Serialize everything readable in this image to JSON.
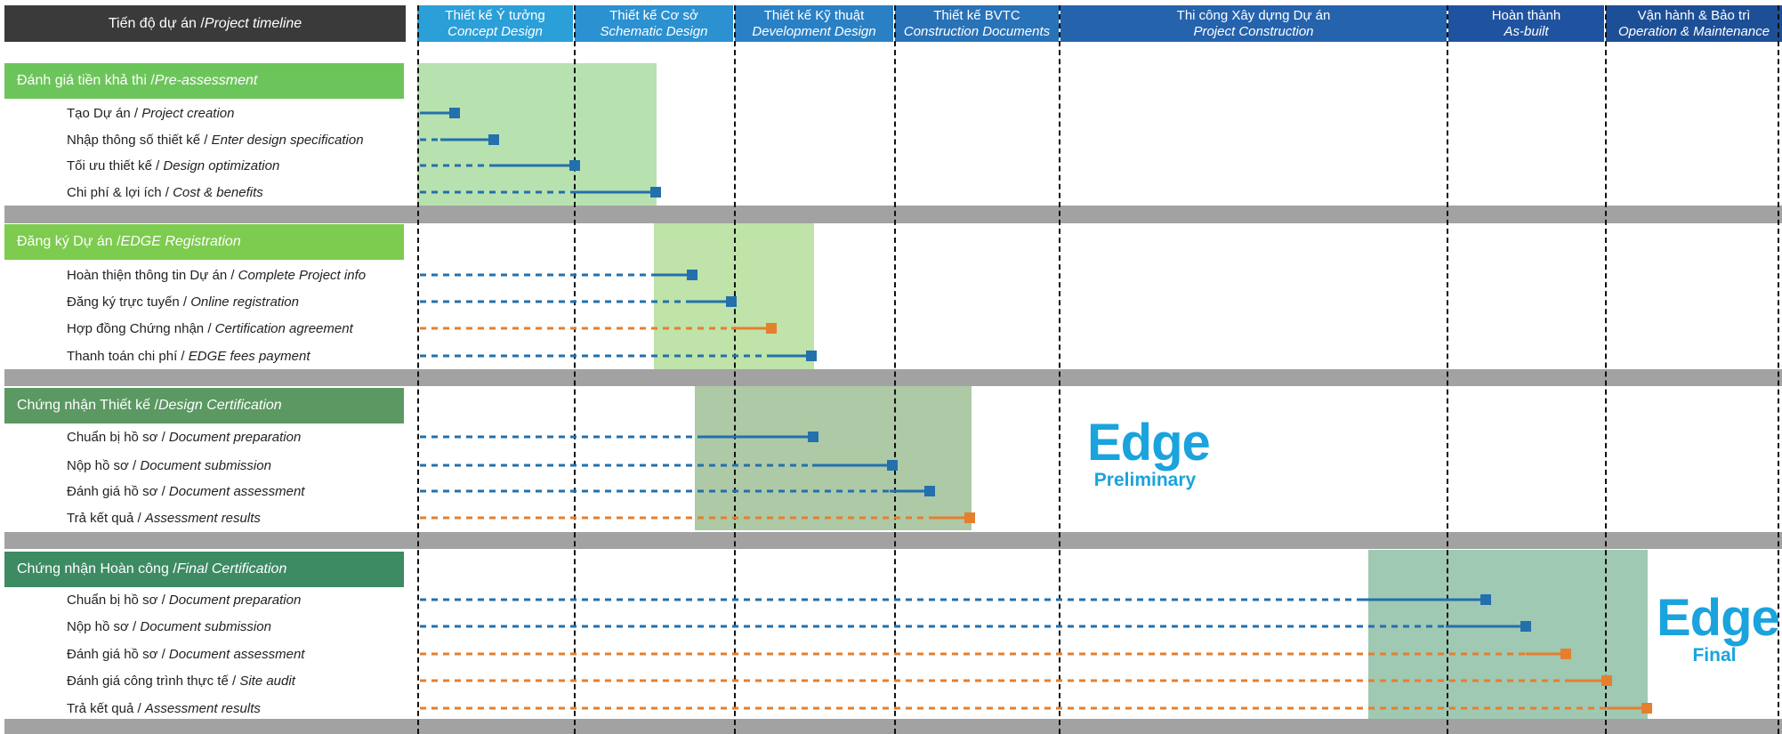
{
  "header_title": {
    "vi": "Tiến độ dự án / ",
    "en": "Project timeline"
  },
  "phases": [
    {
      "vi": "Thiết kế Ý tưởng",
      "en": "Concept Design",
      "color": "#2b9fd8"
    },
    {
      "vi": "Thiết kế Cơ sở",
      "en": "Schematic Design",
      "color": "#2b91d0"
    },
    {
      "vi": "Thiết kế Kỹ thuật",
      "en": "Development Design",
      "color": "#2a80c4"
    },
    {
      "vi": "Thiết kế BVTC",
      "en": "Construction Documents",
      "color": "#2872b8"
    },
    {
      "vi": "Thi công Xây dựng Dự án",
      "en": "Project Construction",
      "color": "#2563ad"
    },
    {
      "vi": "Hoàn thành",
      "en": "As-built",
      "color": "#1f539f"
    },
    {
      "vi": "Vận hành & Bảo trì",
      "en": "Operation & Maintenance",
      "color": "#1d4f96"
    }
  ],
  "sections": [
    {
      "vi": "Đánh giá tiền khả thi / ",
      "en": "Pre-assessment",
      "color": "#6cc55b",
      "shade": "#b8e1b0",
      "tasks": [
        {
          "vi": "Tạo Dự án / ",
          "en": "Project creation",
          "color": "#2370ad",
          "end": 1
        },
        {
          "vi": "Nhập thông số thiết kế / ",
          "en": "Enter design specification",
          "color": "#2370ad",
          "end": 2
        },
        {
          "vi": "Tối ưu thiết kế / ",
          "en": "Design optimization",
          "color": "#2370ad",
          "end": 3
        },
        {
          "vi": "Chi phí & lợi ích / ",
          "en": "Cost & benefits",
          "color": "#2370ad",
          "end": 4
        }
      ]
    },
    {
      "vi": "Đăng ký Dự án / ",
      "en": "EDGE Registration",
      "color": "#7dcb4f",
      "shade": "#bfe3a8",
      "tasks": [
        {
          "vi": "Hoàn thiện thông tin Dự án / ",
          "en": "Complete Project info",
          "color": "#2370ad",
          "end": 5
        },
        {
          "vi": "Đăng ký trực tuyến / ",
          "en": "Online registration",
          "color": "#2370ad",
          "end": 6
        },
        {
          "vi": "Hợp đồng Chứng nhận / ",
          "en": "Certification agreement",
          "color": "#e57f2e",
          "end": 7
        },
        {
          "vi": "Thanh toán chi phí / ",
          "en": "EDGE fees payment",
          "color": "#2370ad",
          "end": 8
        }
      ]
    },
    {
      "vi": "Chứng nhận Thiết kế / ",
      "en": "Design Certification",
      "color": "#5b9862",
      "shade": "#adc9a6",
      "tasks": [
        {
          "vi": "Chuẩn bị hồ sơ / ",
          "en": "Document preparation",
          "color": "#2370ad",
          "end": 9
        },
        {
          "vi": "Nộp hồ sơ / ",
          "en": "Document submission",
          "color": "#2370ad",
          "end": 10
        },
        {
          "vi": "Đánh giá hồ sơ / ",
          "en": "Document assessment",
          "color": "#2370ad",
          "end": 11
        },
        {
          "vi": "Trả kết quả / ",
          "en": "Assessment results",
          "color": "#e57f2e",
          "end": 12
        }
      ]
    },
    {
      "vi": "Chứng nhận Hoàn công / ",
      "en": "Final Certification",
      "color": "#3d8b63",
      "shade": "#9fc9b3",
      "tasks": [
        {
          "vi": "Chuẩn bị hồ sơ / ",
          "en": "Document preparation",
          "color": "#2370ad",
          "end": 13
        },
        {
          "vi": "Nộp hồ sơ / ",
          "en": "Document submission",
          "color": "#2370ad",
          "end": 14
        },
        {
          "vi": "Đánh giá hồ sơ / ",
          "en": "Document assessment",
          "color": "#e57f2e",
          "end": 15
        },
        {
          "vi": "Đánh giá công trình thực tế / ",
          "en": "Site audit",
          "color": "#e57f2e",
          "end": 16
        },
        {
          "vi": "Trả kết quả / ",
          "en": "Assessment results",
          "color": "#e57f2e",
          "end": 17
        }
      ]
    }
  ],
  "logo_preliminary": {
    "word": "Edge",
    "sub": "Preliminary"
  },
  "logo_final": {
    "word": "Edge",
    "sub": "Final"
  }
}
